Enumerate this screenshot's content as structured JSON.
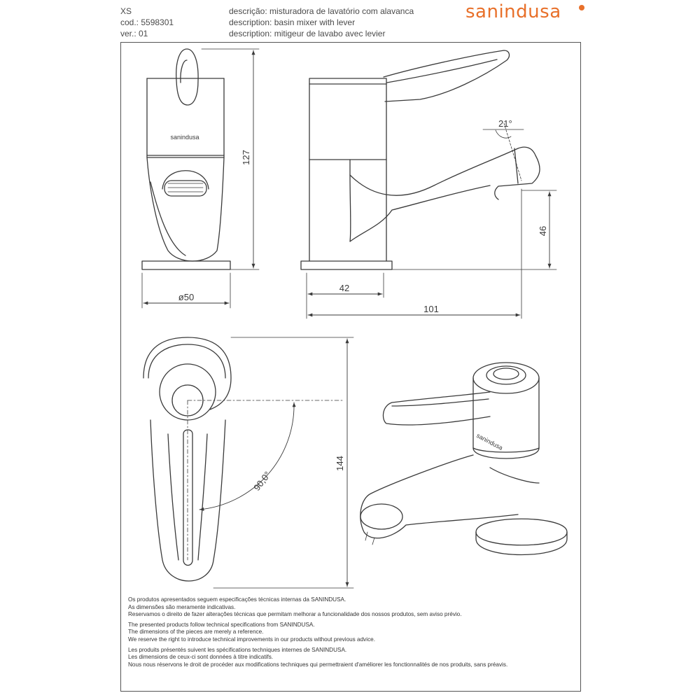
{
  "header": {
    "model": "XS",
    "code": "cod.: 5598301",
    "version": "ver.: 01",
    "desc_pt": "descrição: misturadora de lavatório com alavanca",
    "desc_en": "description: basin mixer with lever",
    "desc_fr": "description: mitigeur de lavabo avec levier"
  },
  "logo": {
    "text": "sanindusa",
    "color": "#e8702a"
  },
  "product_brand_mark": "sanindusa",
  "dimensions": {
    "height_total": "127",
    "base_diameter": "ø50",
    "base_width": "42",
    "spout_reach": "101",
    "spout_height": "46",
    "lever_angle": "21°",
    "rotation_angle": "90,0°",
    "top_length": "144"
  },
  "notes": {
    "pt": [
      "Os produtos apresentados seguem especificações técnicas internas da SANINDUSA.",
      "As dimensões são meramente indicativas.",
      "Reservamos o direito de fazer alterações técnicas que permitam melhorar a funcionalidade dos nossos produtos, sem aviso prévio."
    ],
    "en": [
      "The presented products follow technical specifications from SANINDUSA.",
      "The dimensions of the pieces are merely a reference.",
      "We reserve the right to introduce technical improvements in our products without previous advice."
    ],
    "fr": [
      "Les produits présentés suivent les spécifications techniques internes de SANINDUSA.",
      "Les dimensions de ceux-ci sont données à titre indicatifs.",
      "Nous nous réservons le droit de procéder aux modifications techniques qui permettraient d'améliorer les fonctionnalités de nos produits, sans préavis."
    ]
  }
}
